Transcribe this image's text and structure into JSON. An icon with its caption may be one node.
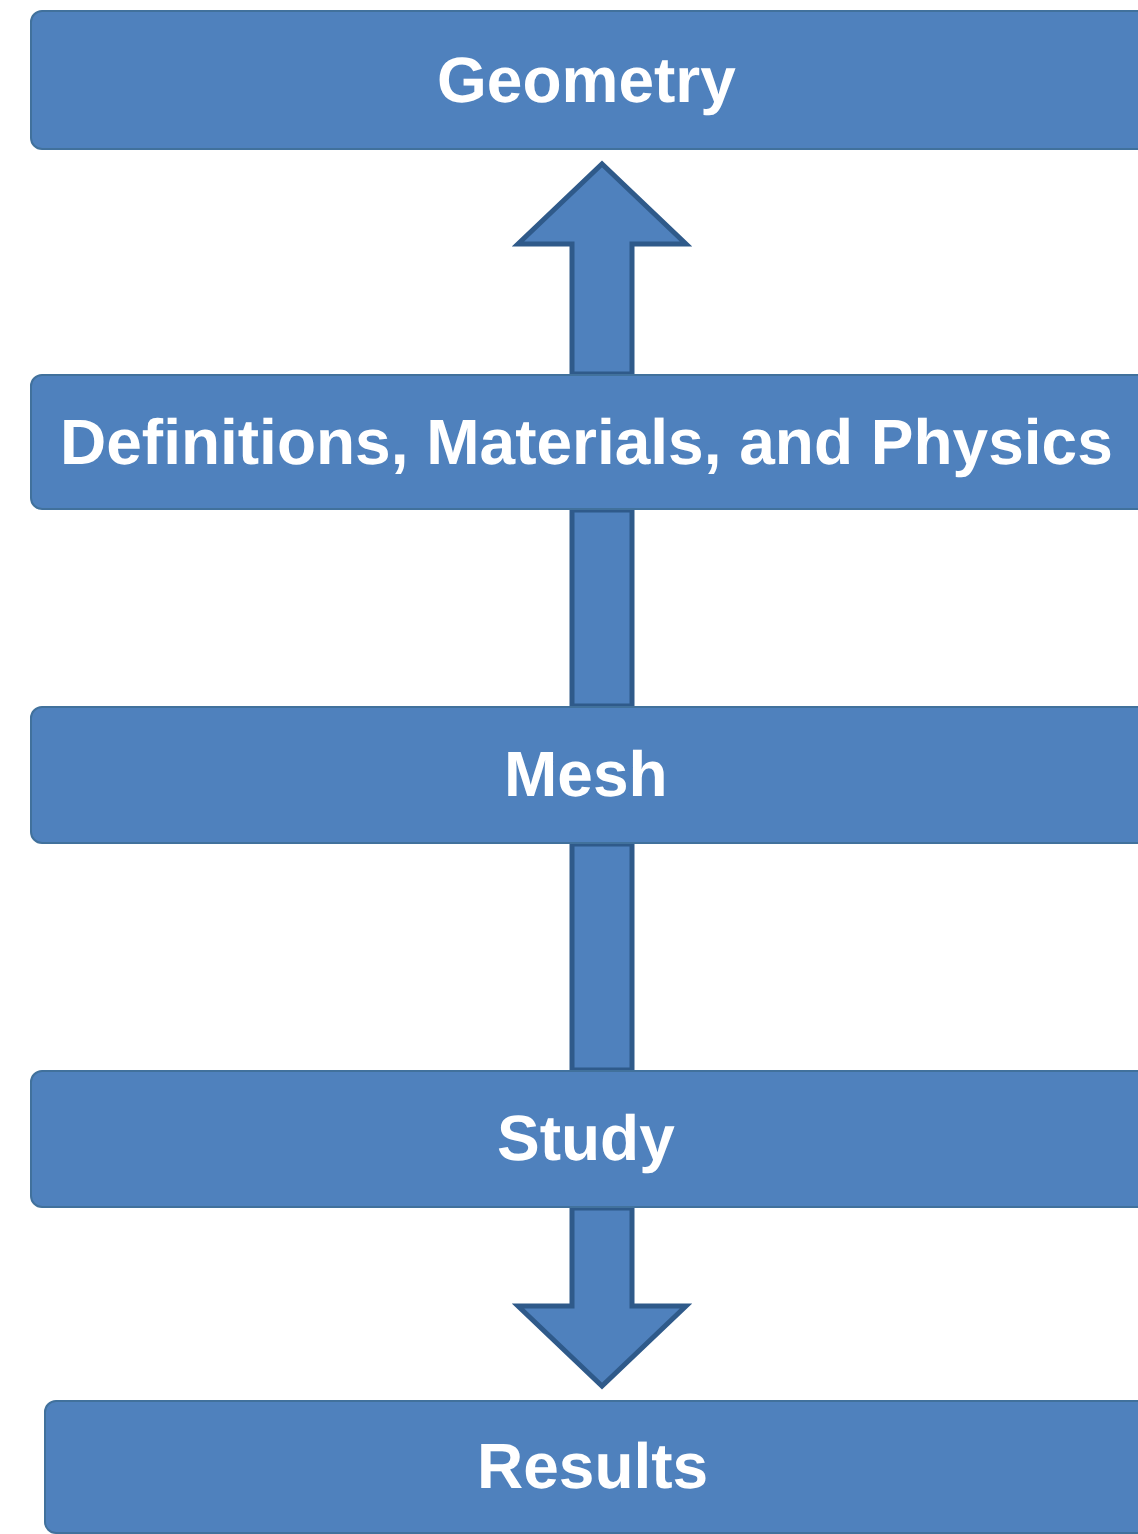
{
  "diagram": {
    "nodes": [
      {
        "text": [
          "Geometry"
        ]
      },
      {
        "text": [
          "Definitions, Materials, and Physics"
        ]
      },
      {
        "text": [
          "Mesh"
        ]
      },
      {
        "text": [
          "Study"
        ]
      },
      {
        "text": [
          "Results"
        ]
      }
    ],
    "edges": [
      {
        "from": 1,
        "to": 0,
        "arrow": "to"
      },
      {
        "from": 1,
        "to": 2,
        "arrow": "none"
      },
      {
        "from": 2,
        "to": 3,
        "arrow": "none"
      },
      {
        "from": 3,
        "to": 4,
        "arrow": "to"
      }
    ]
  }
}
